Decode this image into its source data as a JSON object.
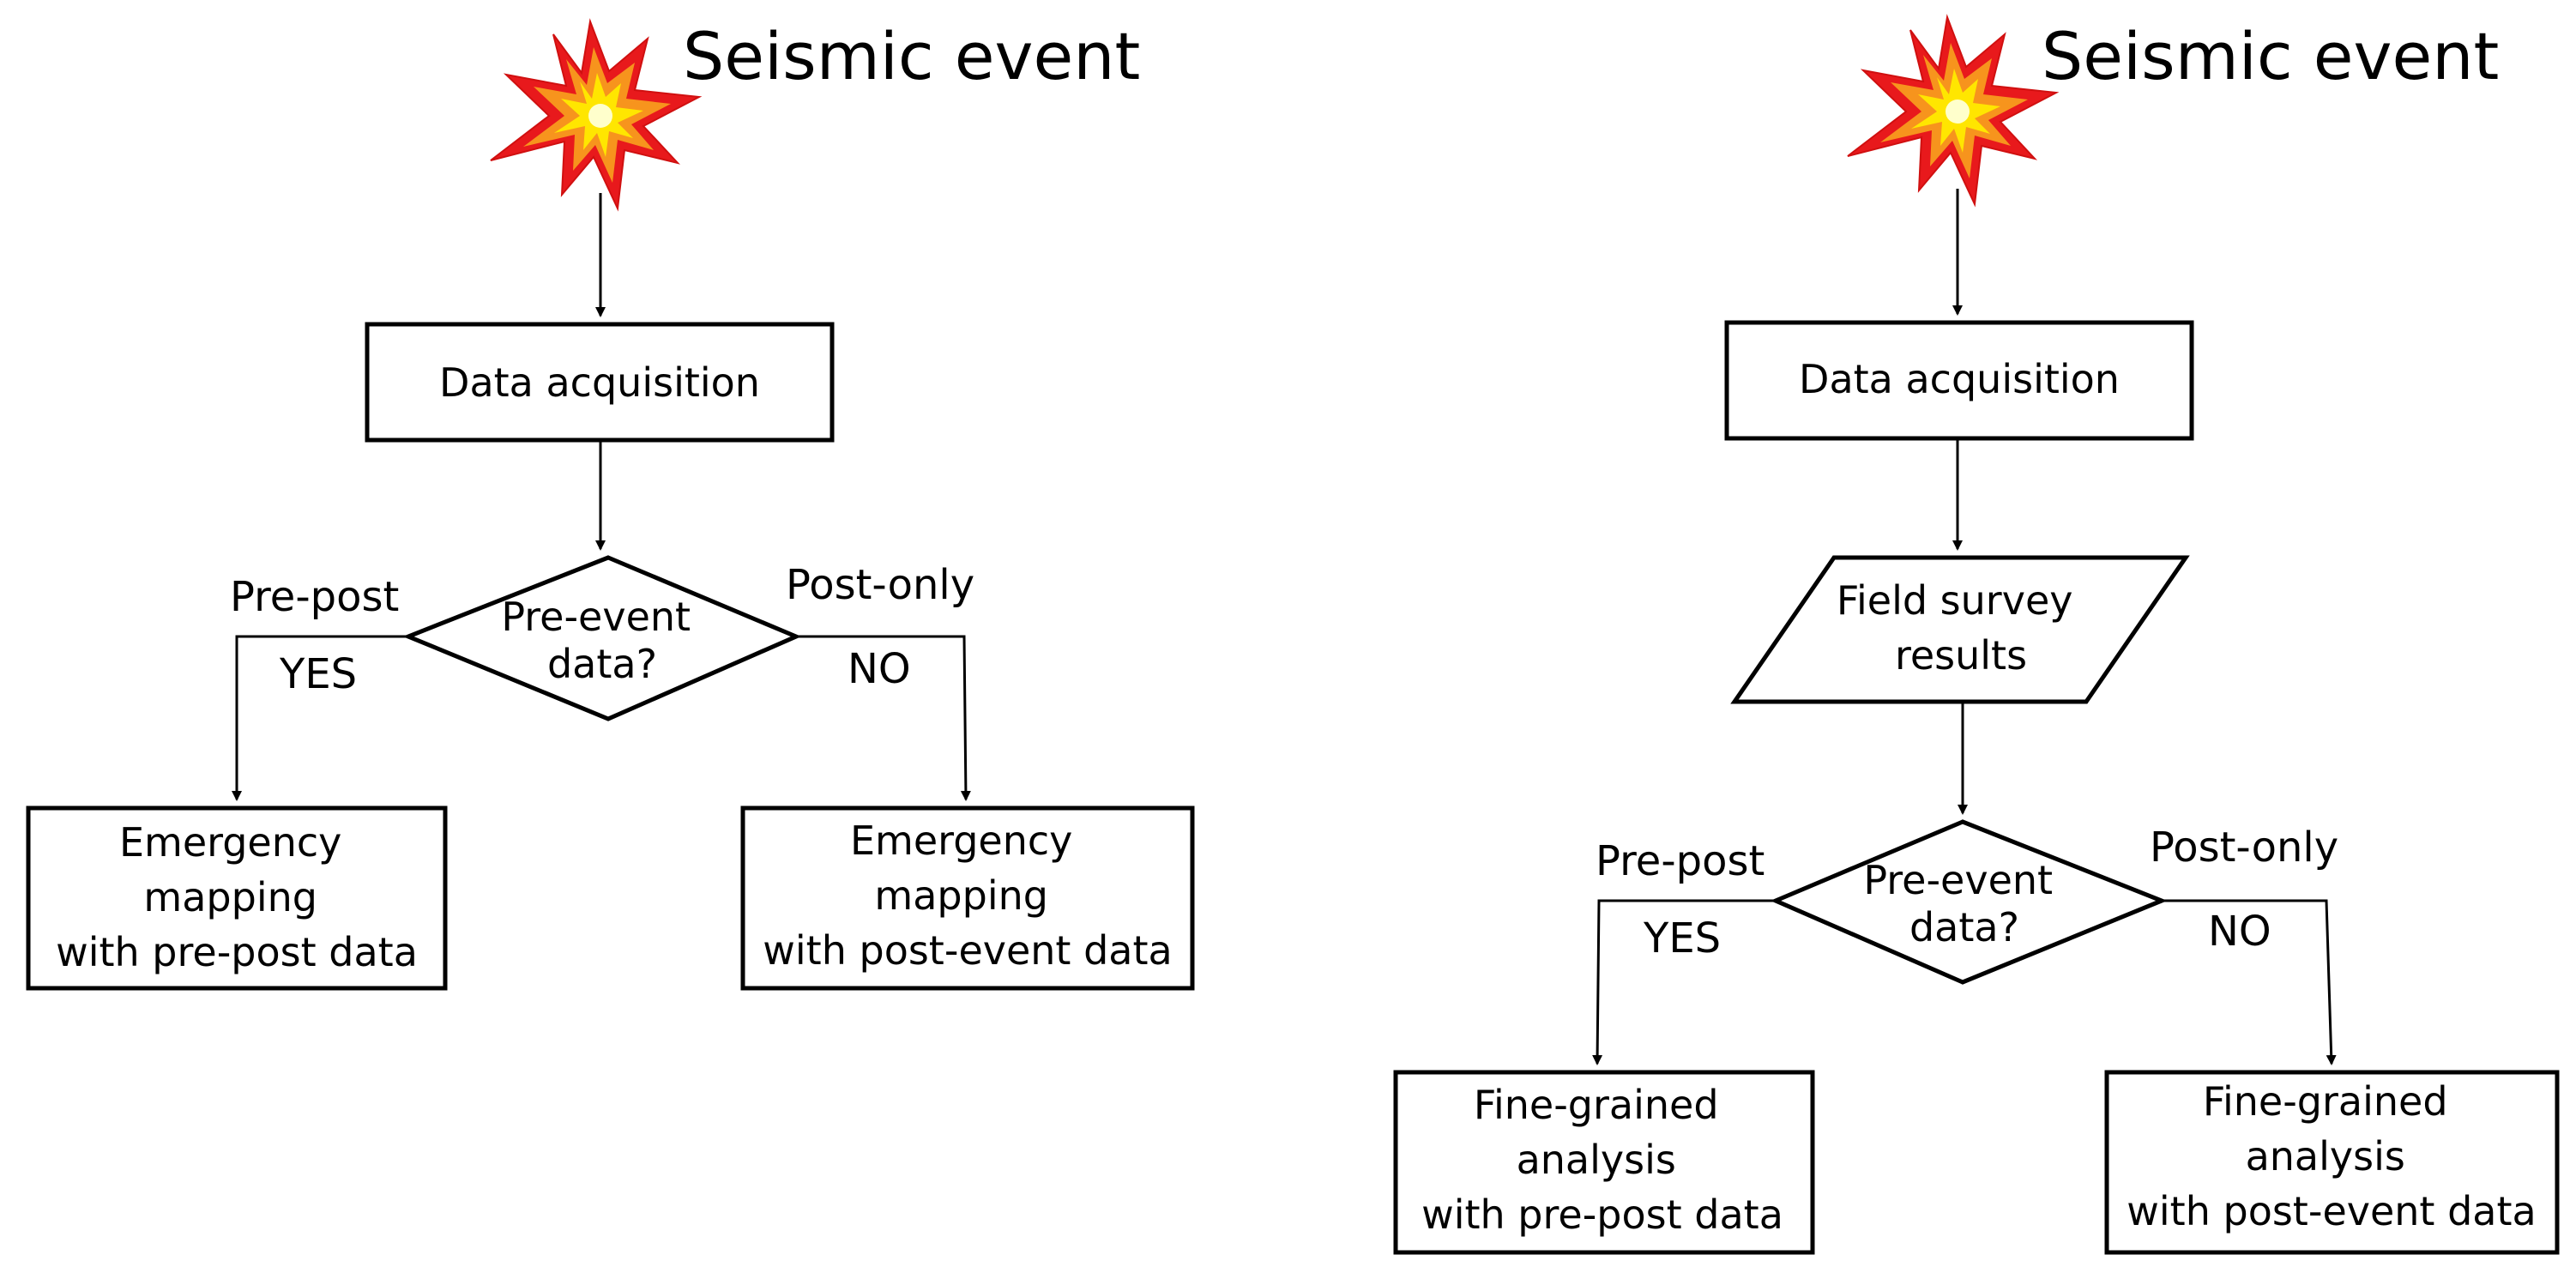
{
  "colors": {
    "stroke": "#000000",
    "background": "#ffffff",
    "burst_outer": "#e8191c",
    "burst_mid": "#f7941d",
    "burst_inner": "#ffe600",
    "burst_core": "#ffffcc"
  },
  "icons": {
    "event": "explosion-icon"
  },
  "left": {
    "title": "Seismic event",
    "acquisition": "Data acquisition",
    "decision": [
      "Pre-event",
      "data?"
    ],
    "yes_branch": {
      "label": "Pre-post",
      "answer": "YES"
    },
    "no_branch": {
      "label": "Post-only",
      "answer": "NO"
    },
    "yes_result": [
      "Emergency",
      "mapping",
      "with pre-post data"
    ],
    "no_result": [
      "Emergency",
      "mapping",
      "with post-event data"
    ]
  },
  "right": {
    "title": "Seismic event",
    "acquisition": "Data acquisition",
    "survey": [
      "Field survey",
      "results"
    ],
    "decision": [
      "Pre-event",
      "data?"
    ],
    "yes_branch": {
      "label": "Pre-post",
      "answer": "YES"
    },
    "no_branch": {
      "label": "Post-only",
      "answer": "NO"
    },
    "yes_result": [
      "Fine-grained",
      "analysis",
      "with pre-post data"
    ],
    "no_result": [
      "Fine-grained",
      "analysis",
      "with post-event data"
    ]
  }
}
